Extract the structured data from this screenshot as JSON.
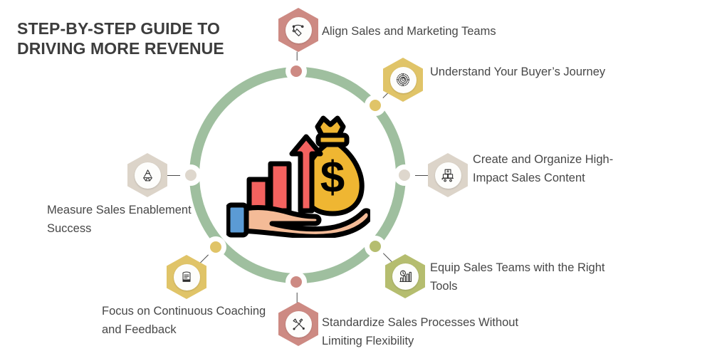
{
  "title": "STEP-BY-STEP GUIDE TO DRIVING MORE REVENUE",
  "theme": {
    "ring_color": "#9fbf9f",
    "text_color": "#474747",
    "title_color": "#3d3d3d",
    "background": "#ffffff"
  },
  "center": {
    "illustration_name": "hand-holding-money-bag-with-growth-chart",
    "money_bag_color": "#efb632",
    "bars_color": "#f4625f",
    "hand_color": "#f4bb97",
    "cuff_color": "#5b9bd5",
    "currency_symbol": "$"
  },
  "steps": [
    {
      "id": "align-sales-marketing",
      "label": "Align Sales and Marketing Teams",
      "icon": "target-pen-icon",
      "hex_color": "#cd8a83",
      "dot_color": "#cd8a83",
      "position": "top"
    },
    {
      "id": "understand-buyer-journey",
      "label": "Understand Your Buyer’s Journey",
      "icon": "gear-spiral-icon",
      "hex_color": "#e0c468",
      "dot_color": "#e0c468",
      "position": "top-right"
    },
    {
      "id": "create-organize-content",
      "label": "Create and Organize High-Impact Sales Content",
      "icon": "package-cart-icon",
      "hex_color": "#dcd4c9",
      "dot_color": "#ded7cd",
      "position": "right"
    },
    {
      "id": "equip-sales-tools",
      "label": "Equip Sales Teams with the Right Tools",
      "icon": "bar-chart-clock-icon",
      "hex_color": "#b5bd6f",
      "dot_color": "#b5bd6f",
      "position": "bottom-right"
    },
    {
      "id": "standardize-processes",
      "label": "Standardize Sales Processes Without Limiting Flexibility",
      "icon": "crossed-tools-icon",
      "hex_color": "#cd8a83",
      "dot_color": "#cd8a83",
      "position": "bottom"
    },
    {
      "id": "continuous-coaching",
      "label": "Focus on Continuous Coaching and Feedback",
      "icon": "document-clipboard-icon",
      "hex_color": "#e0c468",
      "dot_color": "#e0c468",
      "position": "bottom-left"
    },
    {
      "id": "measure-enablement-success",
      "label": "Measure Sales Enablement Success",
      "icon": "recycle-icon",
      "hex_color": "#dcd4c9",
      "dot_color": "#ded7cd",
      "position": "left"
    }
  ]
}
